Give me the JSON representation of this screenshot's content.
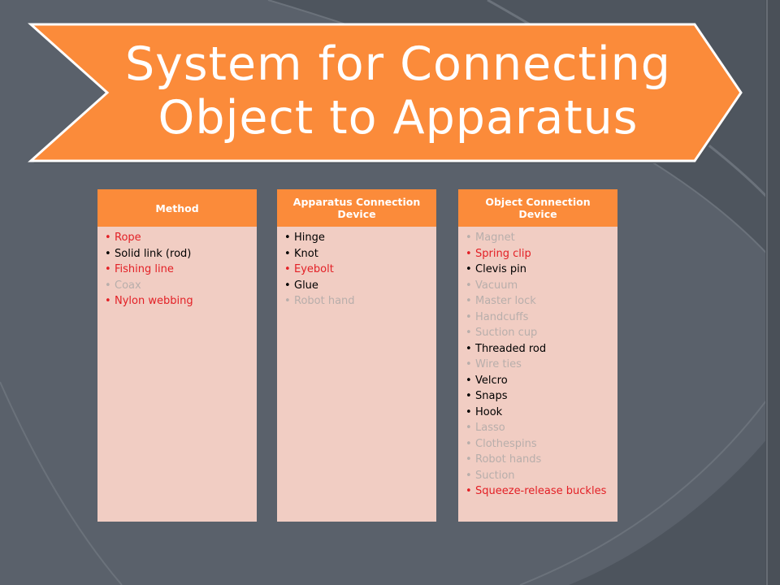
{
  "title": {
    "line1": "System for Connecting",
    "line2": "Object to Apparatus"
  },
  "colors": {
    "background": "#5a616b",
    "banner": "#fb8b3a",
    "panel": "#f1cdc3",
    "text_red": "#e32026",
    "text_black": "#000000",
    "text_gray": "#b8aeab"
  },
  "columns": [
    {
      "header": "Method",
      "items": [
        {
          "text": "Rope",
          "color": "red"
        },
        {
          "text": "Solid link (rod)",
          "color": "black"
        },
        {
          "text": "Fishing line",
          "color": "red"
        },
        {
          "text": "Coax",
          "color": "gray"
        },
        {
          "text": "Nylon webbing",
          "color": "red"
        }
      ]
    },
    {
      "header": "Apparatus Connection Device",
      "items": [
        {
          "text": "Hinge",
          "color": "black"
        },
        {
          "text": "Knot",
          "color": "black"
        },
        {
          "text": "Eyebolt",
          "color": "red"
        },
        {
          "text": "Glue",
          "color": "black"
        },
        {
          "text": "Robot hand",
          "color": "gray"
        }
      ]
    },
    {
      "header": "Object Connection Device",
      "items": [
        {
          "text": "Magnet",
          "color": "gray"
        },
        {
          "text": "Spring clip",
          "color": "red"
        },
        {
          "text": "Clevis pin",
          "color": "black"
        },
        {
          "text": "Vacuum",
          "color": "gray"
        },
        {
          "text": "Master lock",
          "color": "gray"
        },
        {
          "text": "Handcuffs",
          "color": "gray"
        },
        {
          "text": "Suction cup",
          "color": "gray"
        },
        {
          "text": "Threaded rod",
          "color": "black"
        },
        {
          "text": "Wire ties",
          "color": "gray"
        },
        {
          "text": "Velcro",
          "color": "black"
        },
        {
          "text": "Snaps",
          "color": "black"
        },
        {
          "text": "Hook",
          "color": "black"
        },
        {
          "text": "Lasso",
          "color": "gray"
        },
        {
          "text": "Clothespins",
          "color": "gray"
        },
        {
          "text": "Robot hands",
          "color": "gray"
        },
        {
          "text": "Suction",
          "color": "gray"
        },
        {
          "text": "Squeeze-release buckles",
          "color": "red"
        }
      ]
    }
  ]
}
